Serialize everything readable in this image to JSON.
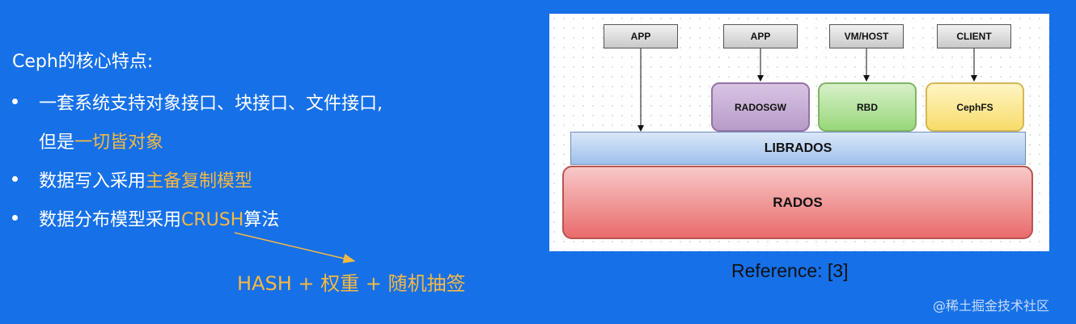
{
  "slide": {
    "heading": "Ceph的核心特点:",
    "bullet1_text": "一套系统支持对象接口、块接口、文件接口,",
    "bullet1_cont_plain": "但是",
    "bullet1_cont_highlight": "一切皆对象",
    "bullet2_plain": "数据写入采用",
    "bullet2_highlight": "主备复制模型",
    "bullet3_plain": "数据分布模型采用",
    "bullet3_highlight": "CRUSH",
    "bullet3_suffix": "算法",
    "formula": "HASH + 权重 + 随机抽签",
    "highlight_color": "#f5b942",
    "background_color": "#1670e8"
  },
  "diagram": {
    "top_boxes": [
      "APP",
      "APP",
      "VM/HOST",
      "CLIENT"
    ],
    "mid_boxes": [
      "RADOSGW",
      "RBD",
      "CephFS"
    ],
    "librados": "LIBRADOS",
    "rados": "RADOS"
  },
  "reference": "Reference: [3]",
  "watermark": "@稀土掘金技术社区"
}
